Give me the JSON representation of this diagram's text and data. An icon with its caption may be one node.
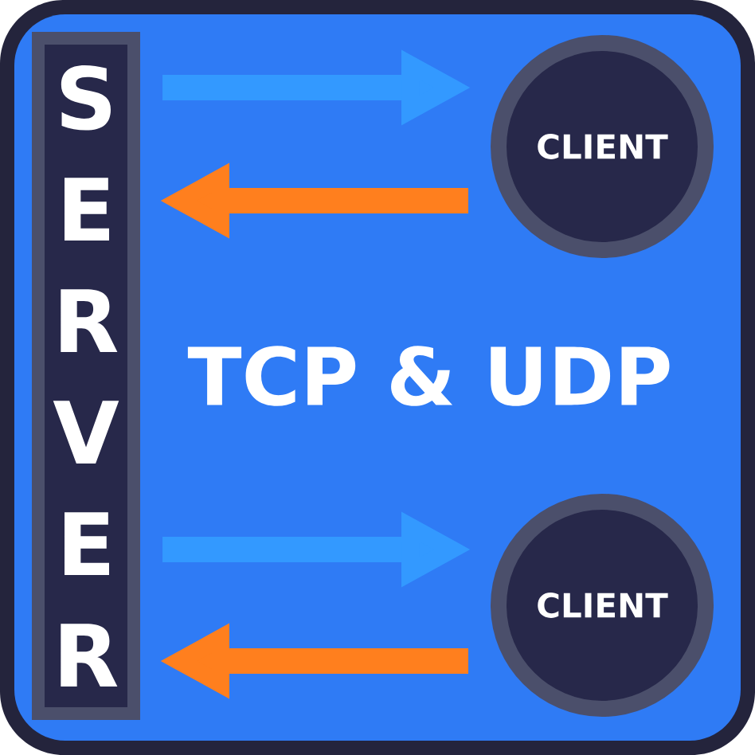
{
  "diagram": {
    "title": "TCP & UDP",
    "nodes": [
      {
        "text": [
          "S E R V E R"
        ]
      },
      {
        "text": [
          "CLIENT"
        ]
      },
      {
        "text": [
          "CLIENT"
        ]
      }
    ],
    "edges": [
      {
        "from": 0,
        "to": 1,
        "arrow": "to",
        "color": "#3399ff"
      },
      {
        "from": 1,
        "to": 0,
        "arrow": "to",
        "color": "#ff7f1e"
      },
      {
        "from": 0,
        "to": 2,
        "arrow": "to",
        "color": "#3399ff"
      },
      {
        "from": 2,
        "to": 0,
        "arrow": "to",
        "color": "#ff7f1e"
      }
    ]
  }
}
